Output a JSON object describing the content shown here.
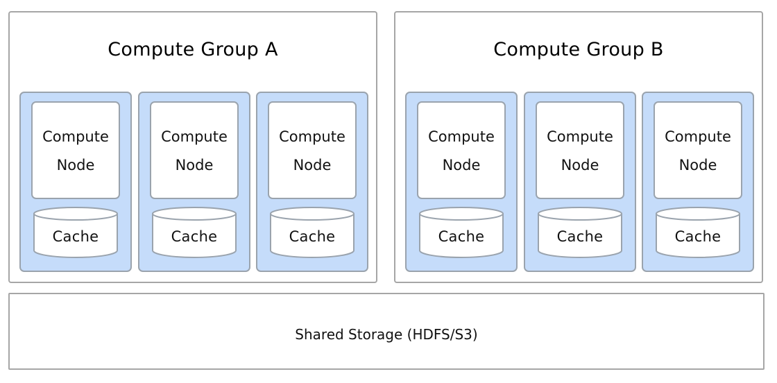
{
  "groups": [
    {
      "title": "Compute Group A",
      "nodes": [
        {
          "compute_label": "Compute Node",
          "cache_label": "Cache"
        },
        {
          "compute_label": "Compute Node",
          "cache_label": "Cache"
        },
        {
          "compute_label": "Compute Node",
          "cache_label": "Cache"
        }
      ]
    },
    {
      "title": "Compute Group B",
      "nodes": [
        {
          "compute_label": "Compute Node",
          "cache_label": "Cache"
        },
        {
          "compute_label": "Compute Node",
          "cache_label": "Cache"
        },
        {
          "compute_label": "Compute Node",
          "cache_label": "Cache"
        }
      ]
    }
  ],
  "storage": {
    "label": "Shared Storage (HDFS/S3)"
  },
  "colors": {
    "panel_fill": "#c5dcfa",
    "panel_border": "#9aa3ad",
    "group_border": "#a6a6a6",
    "box_fill": "#ffffff"
  }
}
